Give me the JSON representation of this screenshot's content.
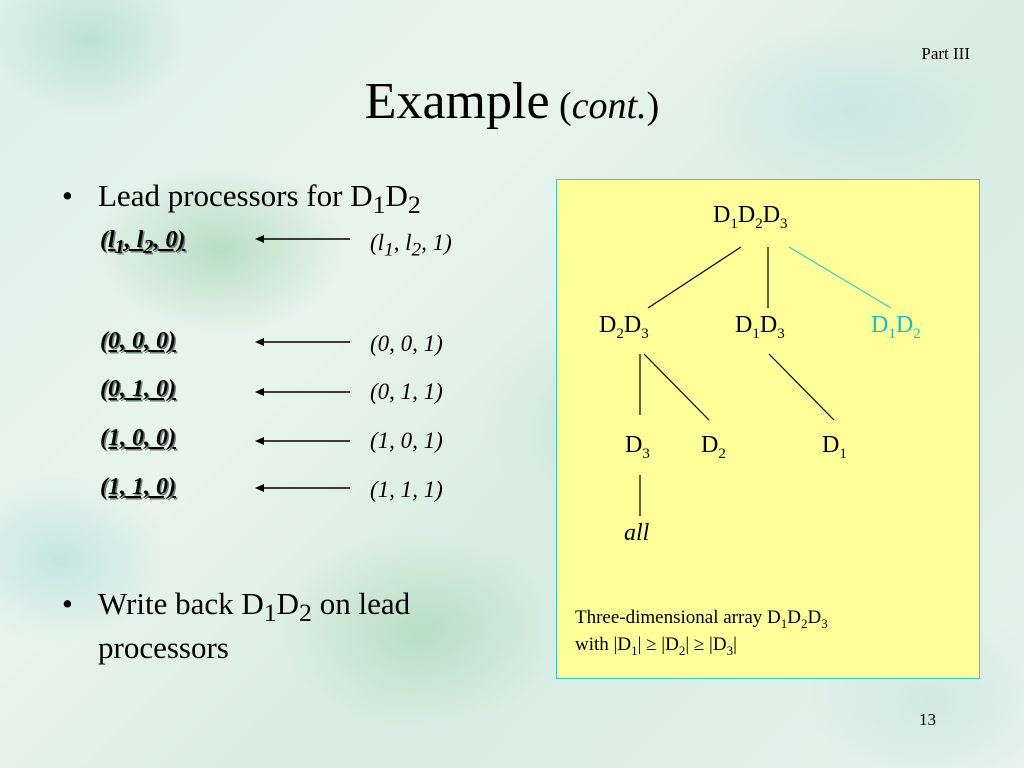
{
  "header": {
    "part_label": "Part III"
  },
  "title": {
    "main": "Example",
    "open_paren": " (",
    "sub": "cont.",
    "close_paren": ")"
  },
  "bullet1": {
    "text": "Lead processors for D",
    "sub1": "1",
    "mid": "D",
    "sub2": "2"
  },
  "first_row": {
    "lead": {
      "open": "(",
      "l": "l",
      "s1": "1",
      "c1": ", ",
      "l2": "l",
      "s2": "2",
      "rest": ", 0)"
    },
    "target": {
      "open": "(",
      "l": "l",
      "s1": "1",
      "c1": ", ",
      "l2": "l",
      "s2": "2",
      "rest": ", 1)"
    }
  },
  "tuples": [
    {
      "lead": "(0, 0, 0)",
      "target": "(0, 0, 1)"
    },
    {
      "lead": "(0, 1, 0)",
      "target": "(0, 1, 1)"
    },
    {
      "lead": "(1, 0, 0)",
      "target": "(1, 0, 1)"
    },
    {
      "lead": "(1, 1, 0)",
      "target": "(1, 1, 1)"
    }
  ],
  "bullet2": {
    "pre": "Write back D",
    "sub1": "1",
    "mid": "D",
    "sub2": "2",
    "post": " on lead processors"
  },
  "tree": {
    "root": {
      "a": "D",
      "s1": "1",
      "b": "D",
      "s2": "2",
      "c": "D",
      "s3": "3"
    },
    "n_d2d3": {
      "a": "D",
      "s1": "2",
      "b": "D",
      "s2": "3"
    },
    "n_d1d3": {
      "a": "D",
      "s1": "1",
      "b": "D",
      "s2": "3"
    },
    "n_d1d2": {
      "a": "D",
      "s1": "1",
      "b": "D",
      "s2": "2"
    },
    "n_d3": {
      "a": "D",
      "s1": "3"
    },
    "n_d2": {
      "a": "D",
      "s1": "2"
    },
    "n_d1": {
      "a": "D",
      "s1": "1"
    },
    "n_all": "all",
    "caption": {
      "line1": "Three-dimensional array D",
      "l1s1": "1",
      "l1b": "D",
      "l1s2": "2",
      "l1c": "D",
      "l1s3": "3",
      "line2": "with |D",
      "l2s1": "1",
      "l2b": "| ≥ |D",
      "l2s2": "2",
      "l2c": "| ≥ |D",
      "l2s3": "3",
      "l2d": "|"
    },
    "highlight_color": "#11c4c4",
    "box_color": "#ffff99",
    "border_color": "#33cccc"
  },
  "page_number": "13"
}
